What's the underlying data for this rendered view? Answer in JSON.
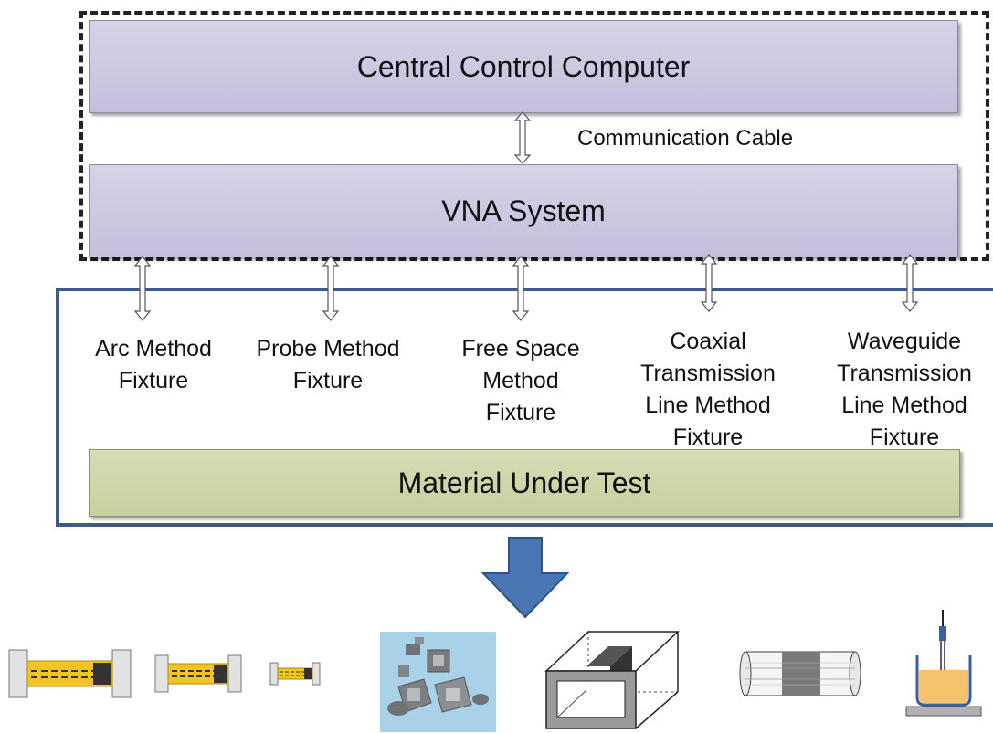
{
  "blocks": {
    "central_control": "Central Control Computer",
    "vna": "VNA System",
    "material": "Material Under Test"
  },
  "connection_label": "Communication Cable",
  "fixtures": [
    {
      "label": "Arc Method\nFixture"
    },
    {
      "label": "Probe Method\nFixture"
    },
    {
      "label": "Free Space\nMethod\nFixture"
    },
    {
      "label": "Coaxial\nTransmission\nLine Method\nFixture"
    },
    {
      "label": "Waveguide\nTransmission\nLine Method\nFixture"
    }
  ],
  "colors": {
    "system_block": "#c9c2de",
    "material_block": "#c9d1a2",
    "frame": "#3b5a8a",
    "down_arrow": "#4a77b4"
  }
}
